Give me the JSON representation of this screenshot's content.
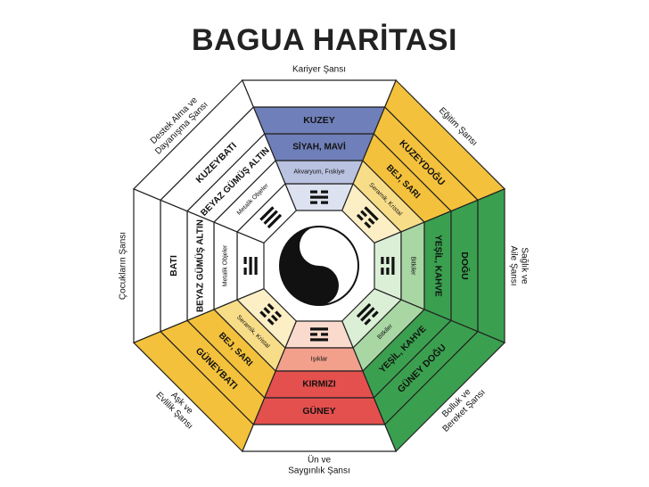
{
  "title": "BAGUA HARİTASI",
  "colors": {
    "north": "#6f7fb9",
    "north_light": "#b9c2e0",
    "north_pale": "#dde2f1",
    "east": "#3aa04f",
    "east_light": "#a9d7a4",
    "east_pale": "#dbefd6",
    "south": "#e4504d",
    "south_light": "#f2a08c",
    "south_pale": "#fadacd",
    "northeast": "#f3c13b",
    "northeast_light": "#f8dd89",
    "northeast_pale": "#fcefc6",
    "outline": "#222222"
  },
  "center": {
    "symbol": "yin-yang-icon"
  },
  "sectors": [
    {
      "id": "north",
      "aspiration": "Kariyer Şansı",
      "direction": "KUZEY",
      "colors": "SİYAH, MAVİ",
      "objects": "Akvaryum, Fıskiye",
      "trigram": [
        0,
        1,
        0
      ]
    },
    {
      "id": "northeast",
      "aspiration": "Eğitim Şansı",
      "direction": "KUZEYDOĞU",
      "colors": "BEJ, SARI",
      "objects": "Seramik, Kristal",
      "trigram": [
        1,
        0,
        0
      ]
    },
    {
      "id": "east",
      "aspiration": "Sağlık ve Aile Şansı",
      "direction": "DOĞU",
      "colors": "YEŞİL, KAHVE",
      "objects": "Bitkiler",
      "trigram": [
        1,
        0,
        0
      ]
    },
    {
      "id": "southeast",
      "aspiration": "Bolluk ve Bereket Şansı",
      "direction": "GÜNEY DOĞU",
      "colors": "YEŞİL, KAHVE",
      "objects": "Bitkiler",
      "trigram": [
        0,
        1,
        1
      ]
    },
    {
      "id": "south",
      "aspiration": "Ün ve Saygınlık Şansı",
      "direction": "GÜNEY",
      "colors": "KIRMIZI",
      "objects": "Işıklar",
      "trigram": [
        1,
        0,
        1
      ]
    },
    {
      "id": "southwest",
      "aspiration": "Aşk ve Evlilik Şansı",
      "direction": "GÜNEYBATI",
      "colors": "BEJ, SARI",
      "objects": "Seramik, Kristal",
      "trigram": [
        0,
        0,
        0
      ]
    },
    {
      "id": "west",
      "aspiration": "Çocukların Şansı",
      "direction": "BATI",
      "colors": "BEYAZ GÜMÜŞ ALTIN",
      "objects": "Metalik Objeler",
      "trigram": [
        0,
        1,
        1
      ]
    },
    {
      "id": "northwest",
      "aspiration": "Destek Alma ve Dayanışma Şansı",
      "direction": "KUZEYBATI",
      "colors": "BEYAZ GÜMÜŞ ALTIN",
      "objects": "Metalik Objeler",
      "trigram": [
        1,
        1,
        1
      ]
    }
  ]
}
